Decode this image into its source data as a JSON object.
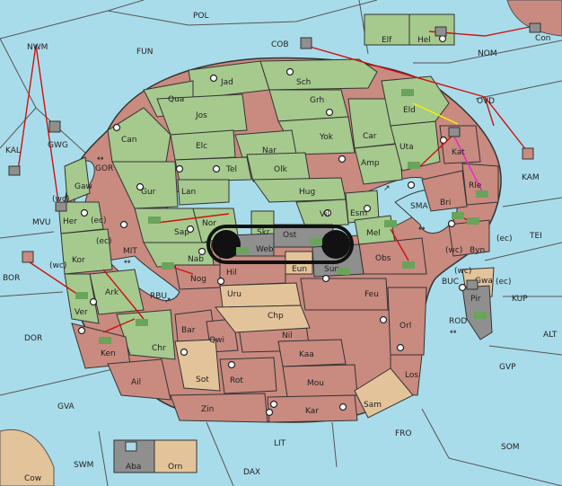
{
  "colors": {
    "sea": "#a9dcea",
    "green": "#a6c98e",
    "brown": "#c98a80",
    "tan": "#e3c49a",
    "grey": "#8f8f8f",
    "order": "#d01010",
    "support_yellow": "#f4f000",
    "support_magenta": "#e030c0"
  },
  "sea_labels": [
    "POL",
    "FUN",
    "COB",
    "NOM",
    "Con",
    "OVD",
    "KAM",
    "NWM",
    "KAL",
    "GWG",
    "MVU",
    "GOR",
    "BOR",
    "MIT",
    "RBU",
    "DOR",
    "GVA",
    "SWM",
    "Cow",
    "LIT",
    "DAX",
    "FRO",
    "SOM",
    "GVP",
    "ALT",
    "KUP",
    "TEI",
    "SMA",
    "BUC",
    "ROD"
  ],
  "provinces": {
    "green": [
      "Jad",
      "Sch",
      "Qua",
      "Jos",
      "Grh",
      "Can",
      "Elc",
      "Yok",
      "Car",
      "Nar",
      "Tel",
      "Olk",
      "Amp",
      "Uta",
      "Gur",
      "Lan",
      "Hug",
      "Eld",
      "Gaw",
      "Vil",
      "Esm",
      "Her",
      "Sap",
      "Nor",
      "Skr",
      "Mel",
      "Kor",
      "Nab",
      "Ark",
      "Ver",
      "Chr",
      "Elf",
      "Hel"
    ],
    "brown": [
      "Kat",
      "Rle",
      "Bri",
      "Byn",
      "Obs",
      "Nog",
      "Hil",
      "Feu",
      "Ken",
      "Bar",
      "Qwi",
      "Nil",
      "Orl",
      "Kaa",
      "Ail",
      "Rot",
      "Mou",
      "Los",
      "Zin",
      "Kar",
      "Sam",
      "Gwa"
    ],
    "tan": [
      "Eun",
      "Uru",
      "Chp",
      "Sot",
      "Orn"
    ],
    "grey": [
      "Ost",
      "Web",
      "Sun",
      "Pir",
      "Aba"
    ]
  },
  "coast_tags": [
    "(wc)",
    "(ec)",
    "(ec)",
    "(wc)",
    "(ec)",
    "(wc)",
    "(wc)",
    "(ec)"
  ]
}
